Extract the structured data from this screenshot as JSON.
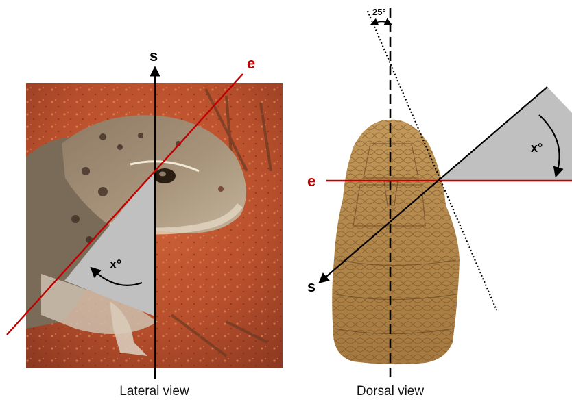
{
  "lateral": {
    "axis_s_label": "s",
    "axis_e_label": "e",
    "angle_label": "x°",
    "caption": "Lateral view"
  },
  "dorsal": {
    "axis_s_label": "s",
    "axis_e_label": "e",
    "angle_label": "x°",
    "tilt_label": "25°",
    "caption": "Dorsal view"
  },
  "colors": {
    "e_axis": "#c00000",
    "s_axis": "#000000",
    "wedge": "#c0c0c0"
  },
  "icons": {
    "lateral_photo": "lizard-head-lateral-photo",
    "dorsal_photo": "lizard-head-dorsal-photo"
  }
}
